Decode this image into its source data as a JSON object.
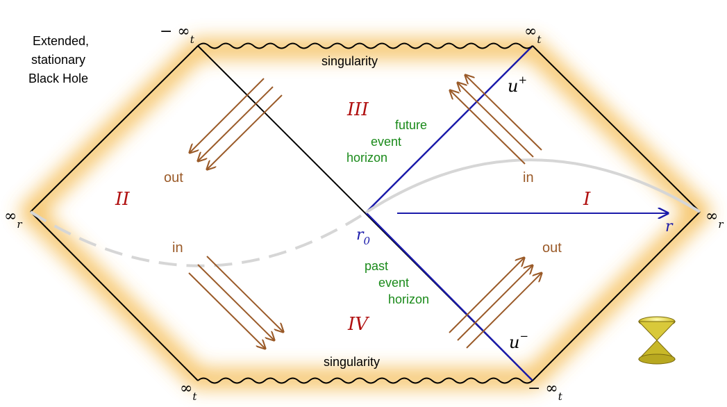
{
  "title_lines": [
    "Extended,",
    "stationary",
    "Black Hole"
  ],
  "regions": {
    "I": "I",
    "II": "II",
    "III": "III",
    "IV": "IV"
  },
  "singularity_top": "singularity",
  "singularity_bottom": "singularity",
  "future_horizon_lines": [
    "future",
    "event",
    "horizon"
  ],
  "past_horizon_lines": [
    "past",
    "event",
    "horizon"
  ],
  "ray_labels": {
    "left_top_out": "out",
    "right_top_in": "in",
    "left_bottom_in": "in",
    "right_bottom_out": "out"
  },
  "infinity": {
    "symbol": "∞",
    "minus_symbol": "− ∞",
    "t_sub": "t",
    "r_sub": "r"
  },
  "horizon_labels": {
    "u_plus": "u",
    "u_plus_sup": "+",
    "u_minus": "u",
    "u_minus_sup": "−"
  },
  "r0_label": "r",
  "r0_sub": "0",
  "r_axis_label": "r",
  "colors": {
    "horizon": "#1a1aaa",
    "ray": "#9a5a28",
    "region": "#b01010",
    "horizon_text": "#1a8a1a",
    "glow": "#f3b23a",
    "curve": "#d6d6d6"
  }
}
